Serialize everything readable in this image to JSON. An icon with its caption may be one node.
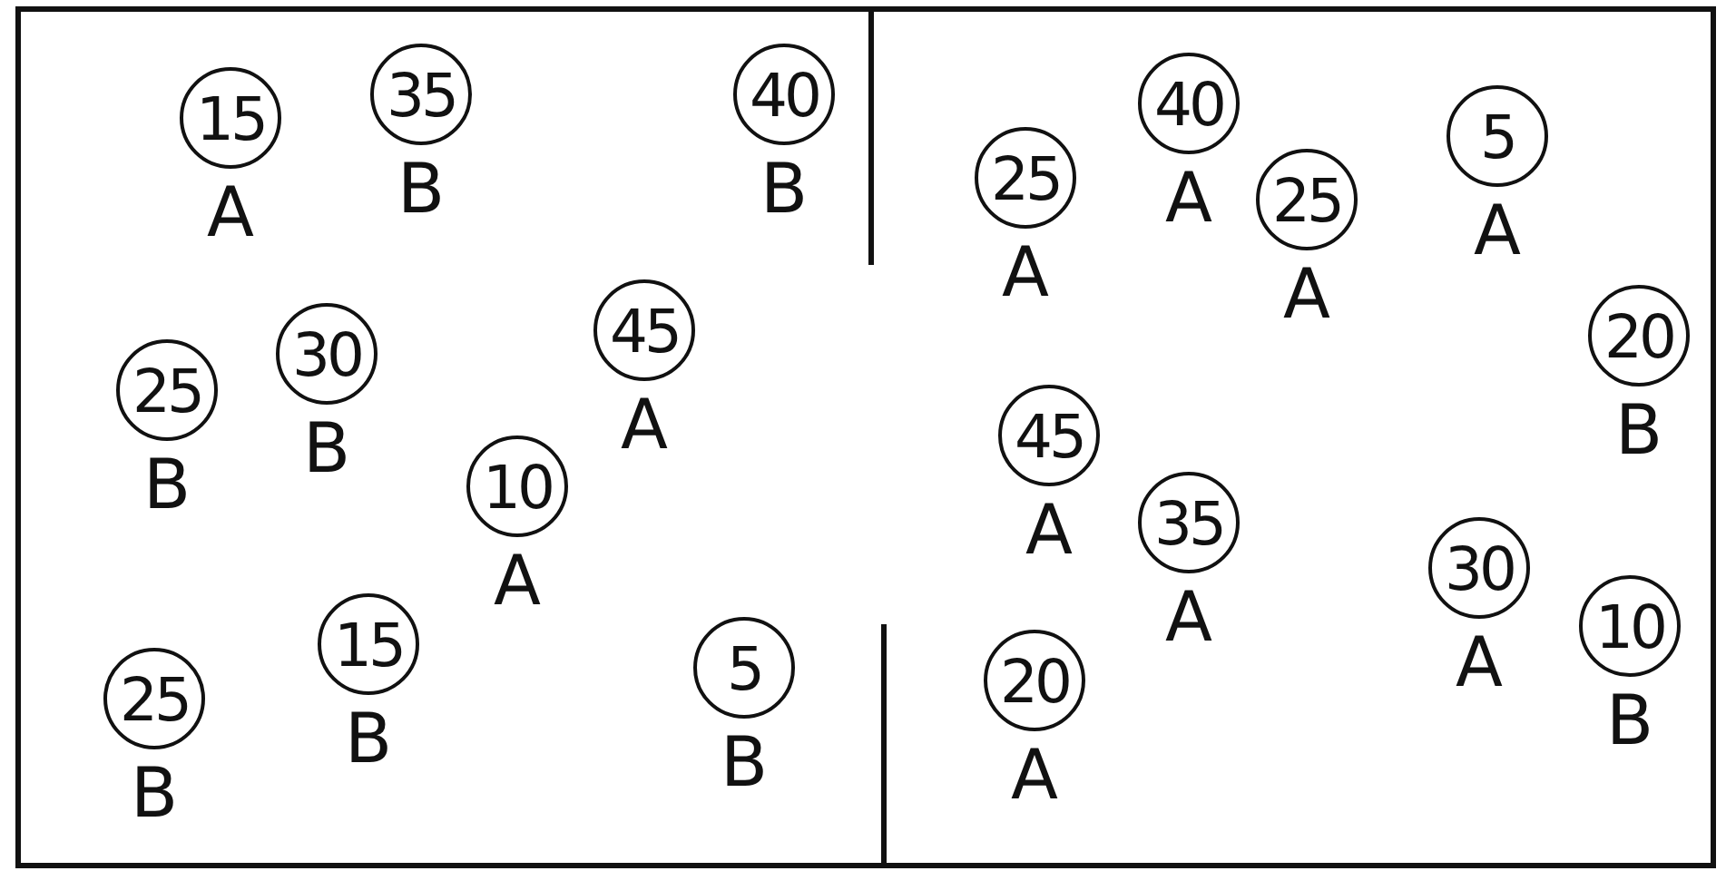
{
  "diagram": {
    "nodes": [
      {
        "text": [
          "35"
        ],
        "beside": [
          "B"
        ]
      },
      {
        "text": [
          "40"
        ],
        "beside": [
          "B"
        ]
      },
      {
        "text": [
          "40"
        ],
        "beside": [
          "A"
        ]
      },
      {
        "text": [
          "15"
        ],
        "beside": [
          "A"
        ]
      },
      {
        "text": [
          "5"
        ],
        "beside": [
          "A"
        ]
      },
      {
        "text": [
          "25"
        ],
        "beside": [
          "A"
        ]
      },
      {
        "text": [
          "25"
        ],
        "beside": [
          "A"
        ]
      },
      {
        "text": [
          "45"
        ],
        "beside": [
          "A"
        ]
      },
      {
        "text": [
          "20"
        ],
        "beside": [
          "B"
        ]
      },
      {
        "text": [
          "30"
        ],
        "beside": [
          "B"
        ]
      },
      {
        "text": [
          "25"
        ],
        "beside": [
          "B"
        ]
      },
      {
        "text": [
          "45"
        ],
        "beside": [
          "A"
        ]
      },
      {
        "text": [
          "10"
        ],
        "beside": [
          "A"
        ]
      },
      {
        "text": [
          "35"
        ],
        "beside": [
          "A"
        ]
      },
      {
        "text": [
          "30"
        ],
        "beside": [
          "A"
        ]
      },
      {
        "text": [
          "10"
        ],
        "beside": [
          "B"
        ]
      },
      {
        "text": [
          "15"
        ],
        "beside": [
          "B"
        ]
      },
      {
        "text": [
          "5"
        ],
        "beside": [
          "B"
        ]
      },
      {
        "text": [
          "20"
        ],
        "beside": [
          "A"
        ]
      },
      {
        "text": [
          "25"
        ],
        "beside": [
          "B"
        ]
      }
    ]
  }
}
